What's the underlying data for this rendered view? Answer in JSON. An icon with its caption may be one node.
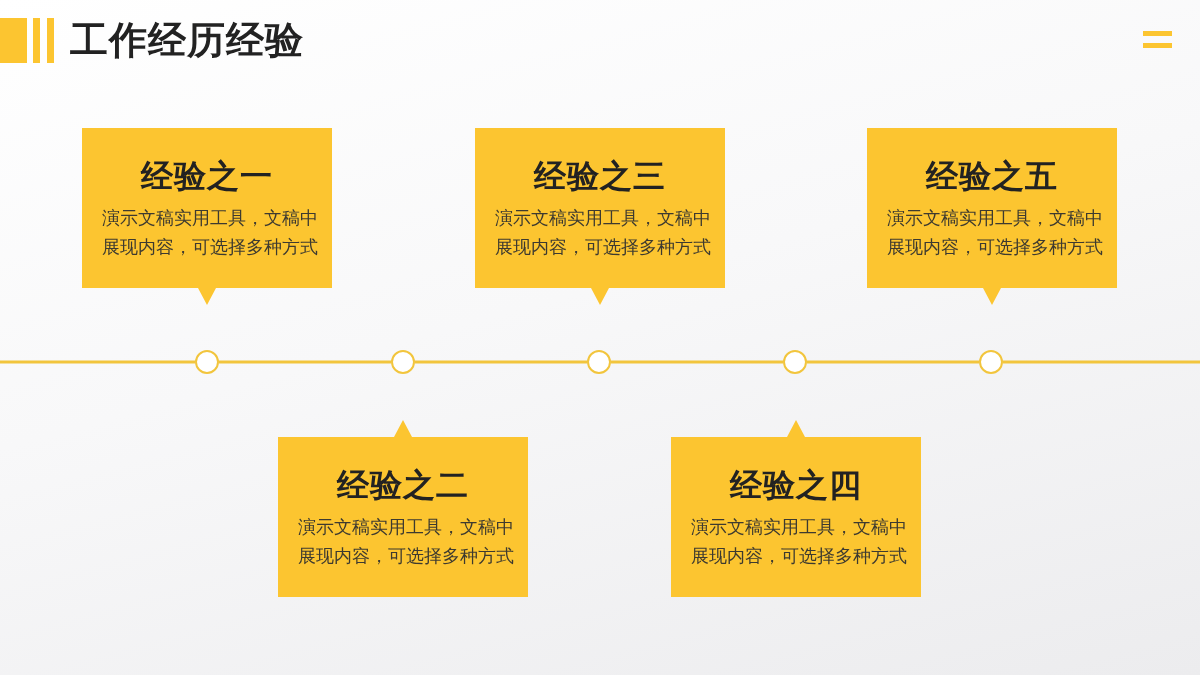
{
  "diagram": {
    "title": "工作经历经验",
    "nodes": [
      {
        "text": [
          "经验之一",
          "演示文稿实用工具，文稿中展现内容，可选择多种方式"
        ]
      },
      {
        "text": [
          "经验之二",
          "演示文稿实用工具，文稿中展现内容，可选择多种方式"
        ]
      },
      {
        "text": [
          "经验之三",
          "演示文稿实用工具，文稿中展现内容，可选择多种方式"
        ]
      },
      {
        "text": [
          "经验之四",
          "演示文稿实用工具，文稿中展现内容，可选择多种方式"
        ]
      },
      {
        "text": [
          "经验之五",
          "演示文稿实用工具，文稿中展现内容，可选择多种方式"
        ]
      },
      {
        "text": [],
        "shape": "circle"
      },
      {
        "text": [],
        "shape": "circle"
      },
      {
        "text": [],
        "shape": "circle"
      },
      {
        "text": [],
        "shape": "circle"
      },
      {
        "text": [],
        "shape": "circle"
      }
    ],
    "edges": [
      {
        "from": null,
        "to": 5,
        "arrow": "none"
      },
      {
        "from": 5,
        "to": 6,
        "arrow": "none"
      },
      {
        "from": 6,
        "to": 7,
        "arrow": "none"
      },
      {
        "from": 7,
        "to": 8,
        "arrow": "none"
      },
      {
        "from": 8,
        "to": 9,
        "arrow": "none"
      },
      {
        "from": 9,
        "to": null,
        "arrow": "none"
      }
    ]
  }
}
